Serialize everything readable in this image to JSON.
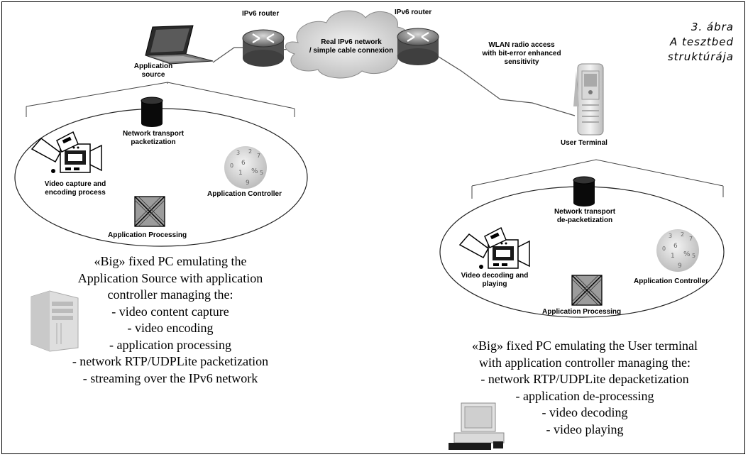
{
  "caption": {
    "line1": "3. ábra",
    "line2": "A tesztbed",
    "line3": "struktúrája"
  },
  "network": {
    "router_left": "IPv6 router",
    "router_right": "IPv6 router",
    "cloud_line1": "Real IPv6 network",
    "cloud_line2": "/ simple cable connexion",
    "wlan_line1": "WLAN radio access",
    "wlan_line2": "with bit-error enhanced",
    "wlan_line3": "sensitivity"
  },
  "source": {
    "label_line1": "Application",
    "label_line2": "source",
    "net_line1": "Network transport",
    "net_line2": "packetization",
    "video_line1": "Video capture and",
    "video_line2": "encoding process",
    "controller": "Application Controller",
    "processing": "Application Processing",
    "desc": [
      "«Big» fixed PC  emulating the",
      "Application Source with application",
      "controller managing the:",
      "- video content capture",
      "- video encoding",
      "- application processing",
      "- network RTP/UDPLite packetization",
      "- streaming over the IPv6 network"
    ]
  },
  "terminal": {
    "label": "User Terminal",
    "net_line1": "Network transport",
    "net_line2": "de-packetization",
    "video_line1": "Video decoding and",
    "video_line2": "playing",
    "controller": "Application Controller",
    "processing": "Application Processing",
    "desc": [
      "«Big» fixed PC  emulating the User terminal",
      "with application controller managing the:",
      "- network RTP/UDPLite depacketization",
      "- application de-processing",
      "- video decoding",
      "- video playing"
    ]
  },
  "controller_glyphs": [
    "3",
    "2",
    "7",
    "0",
    "6",
    "1",
    "%",
    "9",
    "5"
  ]
}
